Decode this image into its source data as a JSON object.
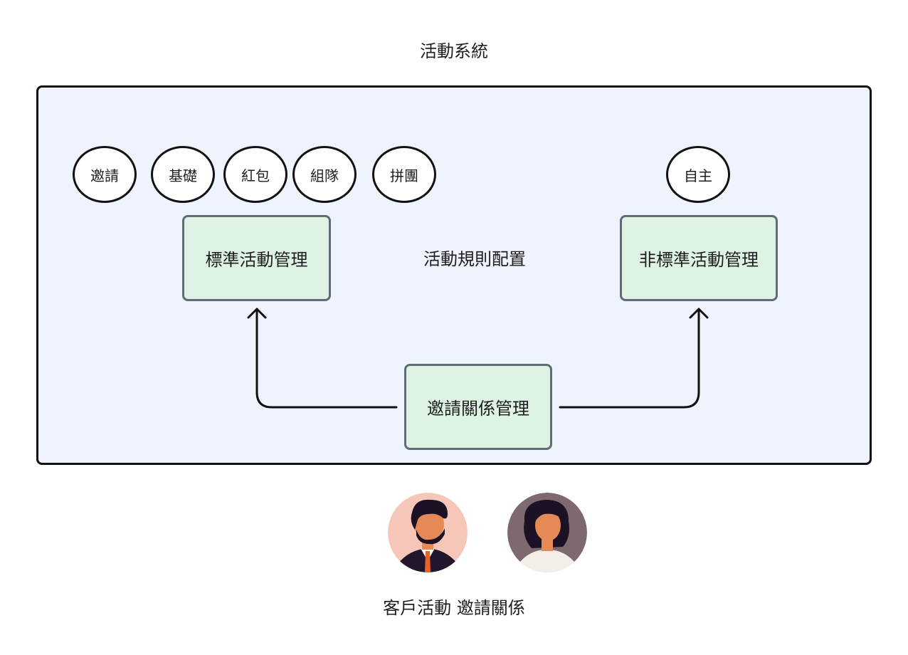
{
  "title": "活動系統",
  "bubbles": {
    "invite": "邀請",
    "basic": "基礎",
    "red_packet": "紅包",
    "team": "組隊",
    "group_buy": "拼團",
    "custom": "自主"
  },
  "boxes": {
    "standard": "標準活動管理",
    "non_standard": "非標準活動管理",
    "invite_relation": "邀請關係管理"
  },
  "center_label": "活動規則配置",
  "caption": "客戶活動 邀請關係",
  "colors": {
    "system_bg": "#eef3fd",
    "box_bg": "#dff3e5",
    "box_border": "#5f6b75",
    "stroke": "#111111"
  }
}
